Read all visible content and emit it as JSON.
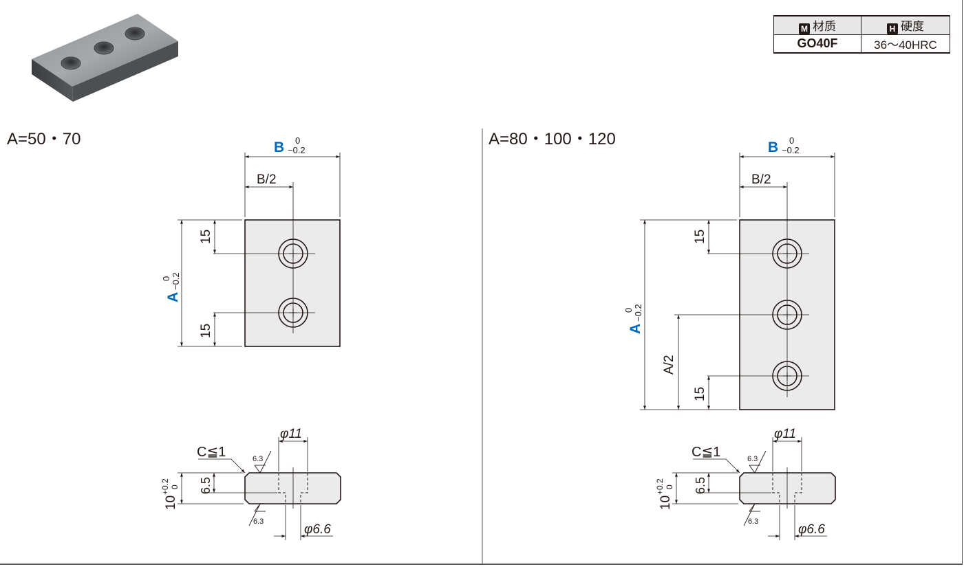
{
  "spec_table": {
    "material_badge": "M",
    "material_header": "材质",
    "hardness_badge": "H",
    "hardness_header": "硬度",
    "material_value": "GO40F",
    "hardness_value": "36〜40HRC"
  },
  "left_view": {
    "title": "A=50・70",
    "dim_b": "B",
    "dim_b_tol_upper": "0",
    "dim_b_tol_lower": "−0.2",
    "dim_b_half": "B/2",
    "dim_a": "A",
    "dim_a_tol_upper": "0",
    "dim_a_tol_lower": "−0.2",
    "dim_edge_top": "15",
    "dim_edge_bottom": "15"
  },
  "right_view": {
    "title": "A=80・100・120",
    "dim_b": "B",
    "dim_b_tol_upper": "0",
    "dim_b_tol_lower": "−0.2",
    "dim_b_half": "B/2",
    "dim_a": "A",
    "dim_a_tol_upper": "0",
    "dim_a_tol_lower": "−0.2",
    "dim_a_half": "A/2",
    "dim_edge_top": "15",
    "dim_edge_bottom": "15"
  },
  "section_view": {
    "chamfer_note": "C≦1",
    "counterbore_dia": "φ11",
    "hole_dia": "φ6.6",
    "counterbore_depth": "6.5",
    "thickness": "10",
    "thickness_tol_upper": "+0.2",
    "thickness_tol_lower": "0",
    "roughness_top": "6.3",
    "roughness_bottom": "6.3"
  },
  "colors": {
    "accent_blue": "#0068b7",
    "line": "#231815",
    "part_fill": "#ebebeb"
  }
}
